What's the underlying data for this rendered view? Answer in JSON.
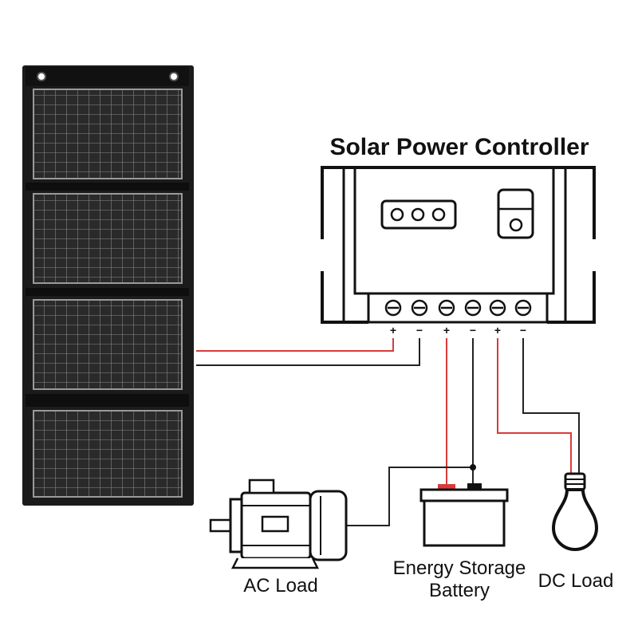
{
  "diagram": {
    "title": "Solar Power Controller",
    "labels": {
      "ac_load": "AC Load",
      "battery_line1": "Energy Storage",
      "battery_line2": "Battery",
      "dc_load": "DC Load"
    },
    "terminals": [
      {
        "id": "pv",
        "polarity": "+",
        "connects_to": "solar-panel",
        "wire": "red"
      },
      {
        "id": "pv",
        "polarity": "−",
        "connects_to": "solar-panel",
        "wire": "black"
      },
      {
        "id": "bat",
        "polarity": "+",
        "connects_to": "battery",
        "wire": "red"
      },
      {
        "id": "bat",
        "polarity": "−",
        "connects_to": "battery",
        "wire": "black"
      },
      {
        "id": "load",
        "polarity": "+",
        "connects_to": "dc-load",
        "wire": "red"
      },
      {
        "id": "load",
        "polarity": "−",
        "connects_to": "dc-load",
        "wire": "black"
      }
    ],
    "colors": {
      "positive_wire": "#d93a3a",
      "negative_wire": "#222222",
      "panel": "#1b1b1b",
      "cell_grid": "#7a7a7a",
      "outline": "#111111"
    }
  }
}
